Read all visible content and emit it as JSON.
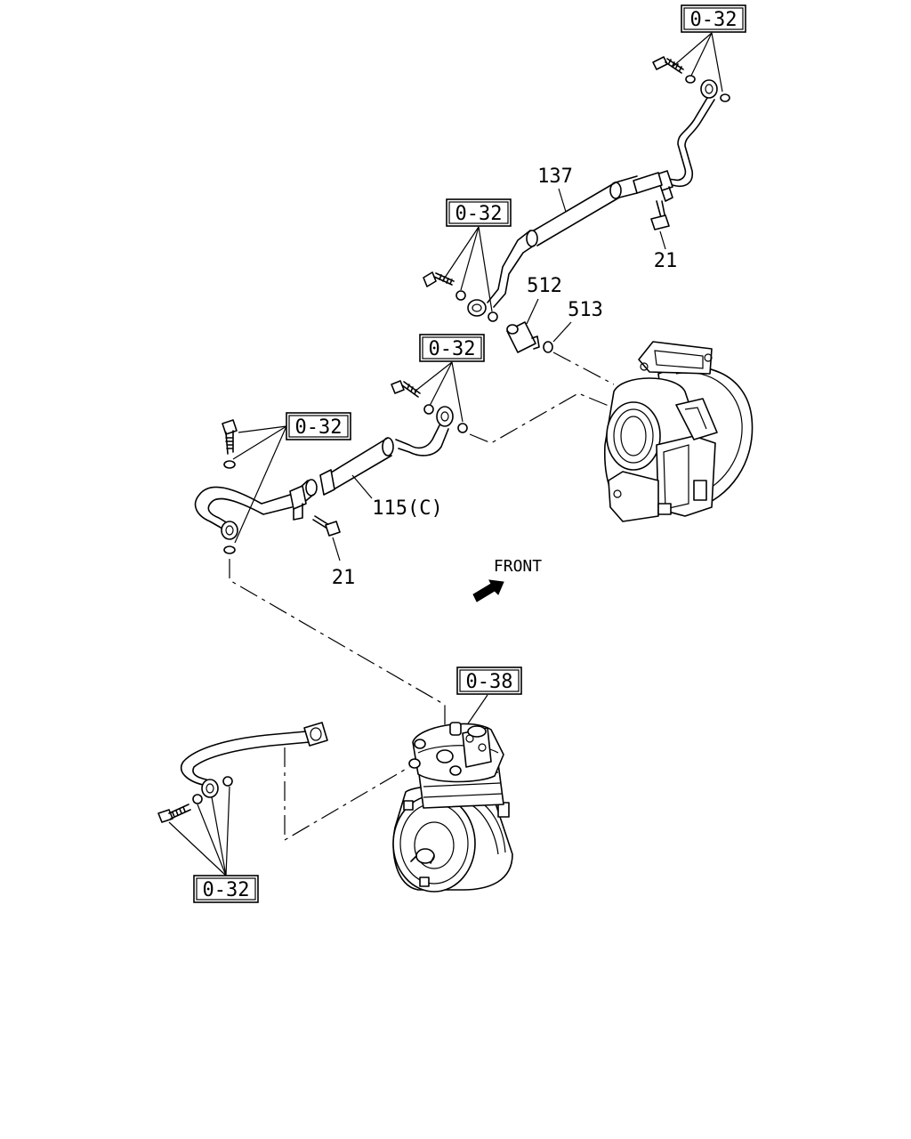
{
  "labels": {
    "ref_top_right": "0-32",
    "part_137": "137",
    "part_21_upper": "21",
    "ref_mid_upper": "0-32",
    "part_512": "512",
    "part_513": "513",
    "ref_mid": "0-32",
    "ref_left": "0-32",
    "part_115c": "115(C)",
    "part_21_lower": "21",
    "front": "FRONT",
    "ref_compressor": "0-38",
    "ref_bottom": "0-32"
  }
}
